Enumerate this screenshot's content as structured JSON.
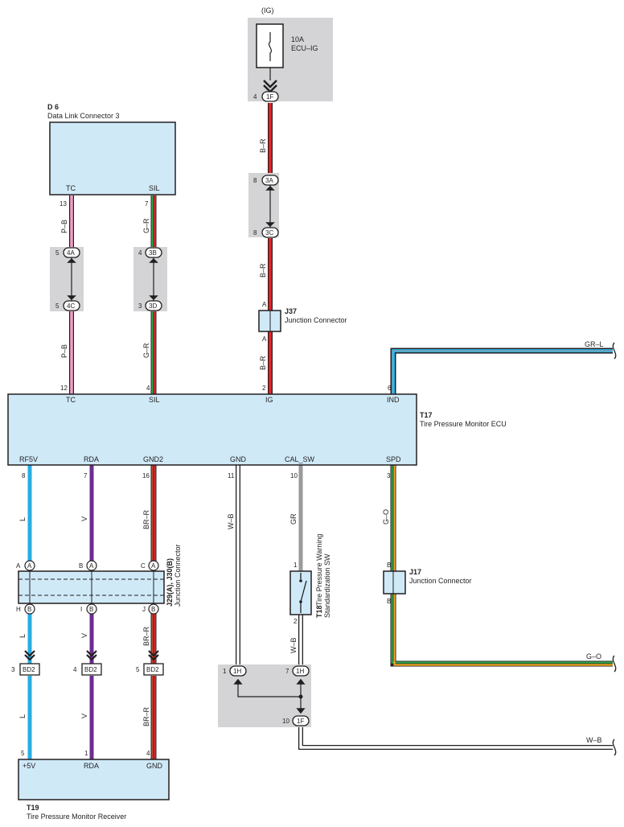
{
  "power_source": {
    "label": "(IG)",
    "fuse_amp": "10A",
    "fuse_name": "ECU–IG"
  },
  "d6": {
    "code": "D 6",
    "name": "Data Link Connector 3",
    "pins": [
      "TC",
      "SIL"
    ],
    "pin_nums": [
      "13",
      "7"
    ]
  },
  "t17": {
    "code": "T17",
    "name": "Tire Pressure Monitor ECU",
    "top_pins": [
      "TC",
      "SIL",
      "IG",
      "IND"
    ],
    "top_nums": [
      "12",
      "4",
      "2",
      "6"
    ],
    "bottom_pins": [
      "RF5V",
      "RDA",
      "GND2",
      "GND",
      "CAL_SW",
      "SPD"
    ],
    "bottom_nums": [
      "8",
      "7",
      "16",
      "11",
      "10",
      "3"
    ]
  },
  "t19": {
    "code": "T19",
    "name": "Tire Pressure Monitor Receiver",
    "pins": [
      "+5V",
      "RDA",
      "GND"
    ],
    "pin_nums": [
      "5",
      "1",
      "4"
    ]
  },
  "t18": {
    "code": "T18",
    "name_line1": "Tire Pressure Warning",
    "name_line2": "Standardization SW",
    "pin1": "1",
    "pin2": "2"
  },
  "j37": {
    "code": "J37",
    "name": "Junction Connector",
    "pin": "A"
  },
  "j17": {
    "code": "J17",
    "name": "Junction Connector",
    "pin": "B"
  },
  "j29": {
    "code": "J29(A), J30(B)",
    "name": "Junction Connector",
    "top_pins": [
      "A",
      "B",
      "C"
    ],
    "bottom_pins": [
      "H",
      "I",
      "J"
    ],
    "top_circle": "A",
    "bottom_circle": "B"
  },
  "connectors": {
    "c1F_top": {
      "label": "1F",
      "num": "4"
    },
    "c3A": {
      "label": "3A",
      "num": "8"
    },
    "c3C": {
      "label": "3C",
      "num": "8"
    },
    "c4A": {
      "label": "4A",
      "num": "5"
    },
    "c4C": {
      "label": "4C",
      "num": "5"
    },
    "c3B": {
      "label": "3B",
      "num": "4"
    },
    "c3D": {
      "label": "3D",
      "num": "3"
    },
    "c1H_a": {
      "label": "1H",
      "num": "1"
    },
    "c1H_b": {
      "label": "1H",
      "num": "7"
    },
    "c1F_bot": {
      "label": "1F",
      "num": "10"
    },
    "bd2_a": {
      "label": "BD2",
      "num": "3"
    },
    "bd2_b": {
      "label": "BD2",
      "num": "4"
    },
    "bd2_c": {
      "label": "BD2",
      "num": "5"
    }
  },
  "wire_colors": {
    "b_r": "B–R",
    "p_b": "P–B",
    "g_r": "G–R",
    "gr_l": "GR–L",
    "l": "L",
    "v": "V",
    "br_r": "BR–R",
    "w_b": "W–B",
    "gr": "GR",
    "g_o": "G–O"
  },
  "colors": {
    "component_fill": "#cfe9f7",
    "splice_fill": "#d4d4d6",
    "outline": "#231f20",
    "red": "#e8242a",
    "pink": "#ef9fc5",
    "green": "#2ea64a",
    "light_blue": "#26aee4",
    "purple": "#6c2d91",
    "brown_red": "#c4472a",
    "gray": "#9a9a9c",
    "orange": "#f5a623"
  }
}
